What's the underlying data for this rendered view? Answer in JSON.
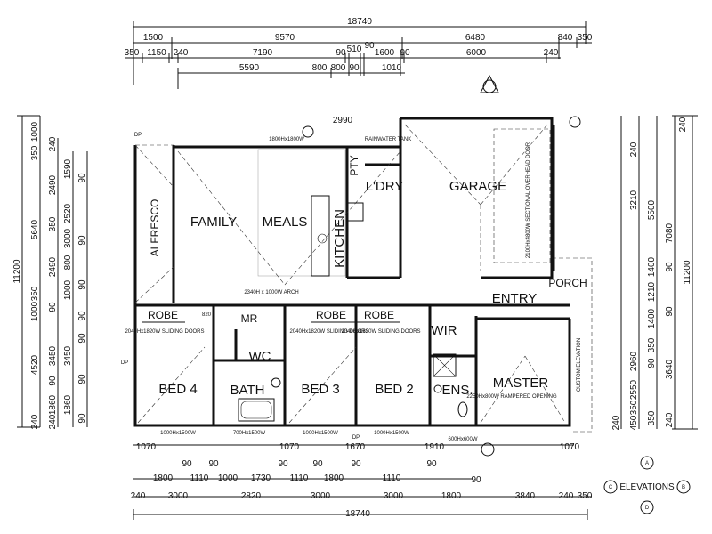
{
  "top_dims": {
    "overall": "18740",
    "row1": [
      "1500",
      "9570",
      "6480",
      "840",
      "350"
    ],
    "row2": [
      "350",
      "1150",
      "240",
      "7190",
      "90",
      "510",
      "90",
      "1600",
      "90",
      "6000",
      "240"
    ],
    "row3": [
      "5590",
      "800",
      "800",
      "90",
      "1010"
    ]
  },
  "bottom_dims": {
    "overall": "18740",
    "row1": [
      "1800",
      "90",
      "1110",
      "90",
      "1000",
      "1730",
      "90",
      "1110",
      "90",
      "1800",
      "90",
      "1110",
      "90"
    ],
    "row2": [
      "240",
      "3000",
      "2820",
      "3000",
      "3000",
      "1800",
      "90",
      "3840",
      "240",
      "350"
    ],
    "row3": [
      "1070",
      "1070",
      "1670",
      "1910",
      "1070"
    ]
  },
  "left_dims": {
    "overall": "11200",
    "col1": [
      "1000",
      "350",
      "5640",
      "350",
      "1000",
      "4520",
      "240"
    ],
    "col2": [
      "240",
      "2490",
      "350",
      "2490",
      "90",
      "3450",
      "90",
      "1860",
      "240"
    ],
    "col3": [
      "1590",
      "2520",
      "3000",
      "800",
      "1000",
      "3450",
      "1860"
    ],
    "col4": [
      "90",
      "90",
      "90",
      "90",
      "90",
      "90",
      "90"
    ]
  },
  "right_dims": {
    "overall": "11200",
    "col1": [
      "240",
      "3210",
      "2960",
      "2550",
      "350",
      "450"
    ],
    "col2": [
      "5500",
      "1400",
      "1210",
      "1400",
      "350",
      "350"
    ],
    "col3": [
      "7080",
      "3640"
    ],
    "col4": [
      "240",
      "90",
      "90",
      "90",
      "240",
      "240"
    ]
  },
  "rooms": {
    "family": "FAMILY",
    "meals": "MEALS",
    "kitchen": "KITCHEN",
    "laundry": "L'DRY",
    "garage": "GARAGE",
    "alfresco": "ALFRESCO",
    "entry": "ENTRY",
    "porch": "PORCH",
    "master": "MASTER",
    "wir": "WIR",
    "ens": "ENS.",
    "bed2": "BED 2",
    "bed3": "BED 3",
    "bed4": "BED 4",
    "bath": "BATH",
    "wc": "WC",
    "mr": "MR",
    "pty": "PTY",
    "robe": "ROBE"
  },
  "notes": {
    "garage_door": "2100Hx4800W SECTIONAL OVERHEAD DOOR",
    "slider_top": "1800Hx1800W",
    "ensuite_opening": "2250Hx800W RAMPERED OPENING",
    "sliding_doors": "2040Hx1820W SLIDING DOORS",
    "dp": "DP",
    "window_bed4": "1000Hx1500W",
    "window_bath": "700Hx1500W",
    "window_bed3": "1000Hx1500W",
    "window_bed2": "1000Hx1500W",
    "window_ens": "600Hx600W",
    "dim_2990": "2990",
    "dim_820": "820",
    "tank": "RAINWATER TANK",
    "custom_wall": "CUSTOM ELEVATION",
    "arch": "2340H x 1000W ARCH"
  },
  "legend": {
    "title": "ELEVATIONS",
    "markers": [
      "A",
      "B",
      "C",
      "D"
    ]
  }
}
